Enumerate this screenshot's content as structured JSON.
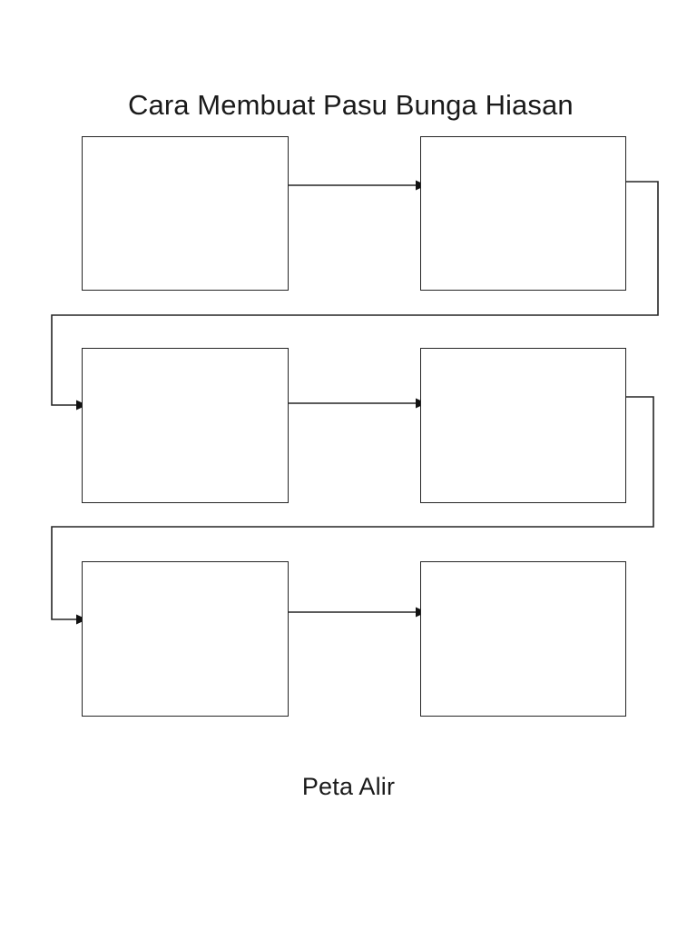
{
  "document": {
    "title": "Cara Membuat Pasu Bunga Hiasan",
    "footer_label": "Peta Alir",
    "page_background": "#ffffff",
    "ink_color": "#252525"
  },
  "diagram": {
    "type": "flowchart",
    "orientation": "serpentine-left-to-right",
    "step_count": 6,
    "steps": [
      {
        "id": "step-1",
        "label": "",
        "row": 1,
        "column": 1
      },
      {
        "id": "step-2",
        "label": "",
        "row": 1,
        "column": 2
      },
      {
        "id": "step-3",
        "label": "",
        "row": 2,
        "column": 1
      },
      {
        "id": "step-4",
        "label": "",
        "row": 2,
        "column": 2
      },
      {
        "id": "step-5",
        "label": "",
        "row": 3,
        "column": 1
      },
      {
        "id": "step-6",
        "label": "",
        "row": 3,
        "column": 2
      }
    ],
    "connectors": [
      {
        "id": "connector-1-to-2",
        "from": "step-1",
        "to": "step-2",
        "kind": "straight-arrow"
      },
      {
        "id": "connector-2-to-3",
        "from": "step-2",
        "to": "step-3",
        "kind": "wrap-arrow"
      },
      {
        "id": "connector-3-to-4",
        "from": "step-3",
        "to": "step-4",
        "kind": "straight-arrow"
      },
      {
        "id": "connector-4-to-5",
        "from": "step-4",
        "to": "step-5",
        "kind": "wrap-arrow"
      },
      {
        "id": "connector-5-to-6",
        "from": "step-5",
        "to": "step-6",
        "kind": "straight-arrow"
      }
    ]
  }
}
